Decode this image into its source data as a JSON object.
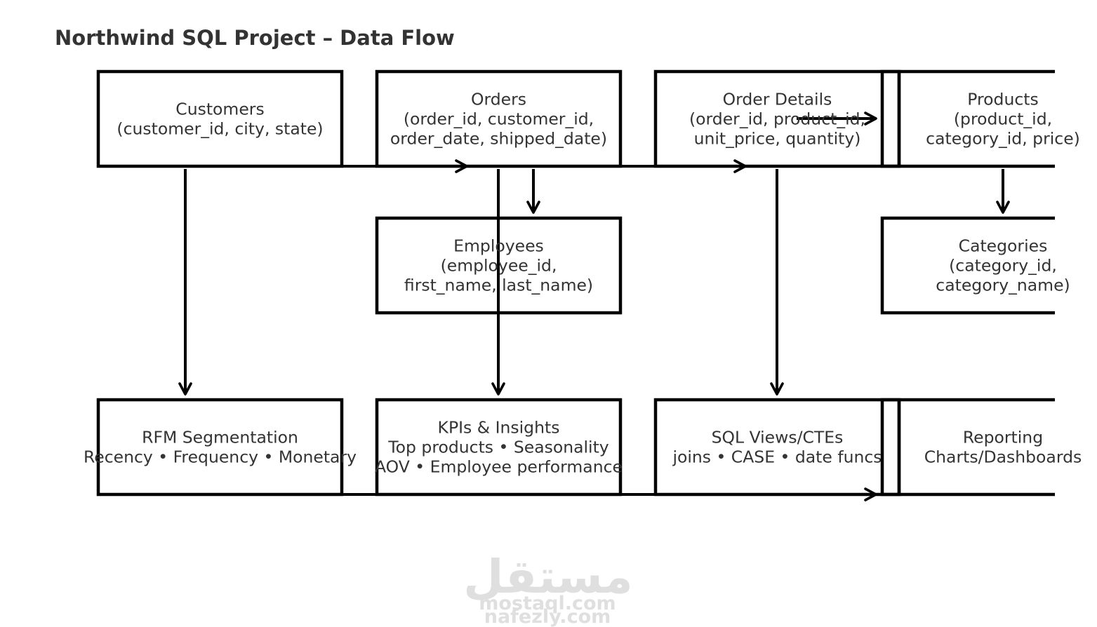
{
  "diagram": {
    "title": "Northwind SQL Project – Data Flow",
    "nodes": [
      {
        "id": "customers",
        "lines": [
          "Customers",
          "(customer_id, city, state)"
        ]
      },
      {
        "id": "orders",
        "lines": [
          "Orders",
          "(order_id, customer_id,",
          "order_date, shipped_date)"
        ]
      },
      {
        "id": "order-details",
        "lines": [
          "Order Details",
          "(order_id, product_id,",
          "unit_price, quantity)"
        ]
      },
      {
        "id": "products",
        "lines": [
          "Products",
          "(product_id,",
          "category_id, price)"
        ]
      },
      {
        "id": "employees",
        "lines": [
          "Employees",
          "(employee_id,",
          "first_name, last_name)"
        ]
      },
      {
        "id": "categories",
        "lines": [
          "Categories",
          "(category_id,",
          "category_name)"
        ]
      },
      {
        "id": "rfm",
        "lines": [
          "RFM Segmentation",
          "Recency • Frequency • Monetary"
        ]
      },
      {
        "id": "kpis",
        "lines": [
          "KPIs & Insights",
          "Top products • Seasonality",
          "AOV • Employee performance"
        ]
      },
      {
        "id": "sql-views",
        "lines": [
          "SQL Views/CTEs",
          "joins • CASE • date funcs"
        ]
      },
      {
        "id": "reporting",
        "lines": [
          "Reporting",
          "Charts/Dashboards"
        ]
      }
    ],
    "edges": [
      {
        "from": "customers",
        "to": "orders"
      },
      {
        "from": "orders",
        "to": "order-details"
      },
      {
        "from": "order-details",
        "to": "products"
      },
      {
        "from": "orders",
        "to": "employees"
      },
      {
        "from": "products",
        "to": "categories"
      },
      {
        "from": "customers",
        "to": "rfm"
      },
      {
        "from": "orders",
        "to": "kpis"
      },
      {
        "from": "order-details",
        "to": "sql-views"
      },
      {
        "from": "rfm",
        "to": "reporting"
      }
    ]
  },
  "watermark": {
    "logo": "مستقل",
    "lines": [
      "mostaql.com",
      "nafezly.com"
    ]
  },
  "colors": {
    "text": "#333333",
    "stroke": "#000000",
    "watermark": "#dcdcdc"
  }
}
